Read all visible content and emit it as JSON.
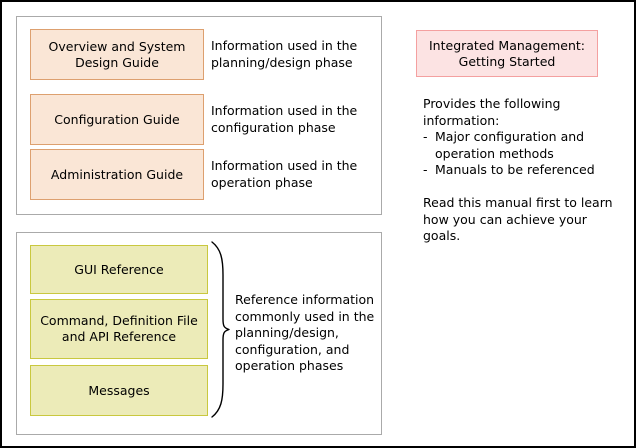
{
  "manual_structure": {
    "phase_panel": {
      "rows": [
        {
          "box_label": "Overview and System\nDesign Guide",
          "description": "Information used in the\nplanning/design phase"
        },
        {
          "box_label": "Configuration Guide",
          "description": "Information used in the\nconfiguration phase"
        },
        {
          "box_label": "Administration Guide",
          "description": "Information used in the\noperation phase"
        }
      ],
      "box_fill": "#fae6d6",
      "box_border": "#dda06f"
    },
    "reference_panel": {
      "boxes": [
        {
          "label": "GUI Reference"
        },
        {
          "label": "Command, Definition File\nand API Reference"
        },
        {
          "label": "Messages"
        }
      ],
      "brace_description": "Reference information\ncommonly used in the\nplanning/design,\nconfiguration, and\noperation phases",
      "box_fill": "#ecebb8",
      "box_border": "#c9c83f"
    },
    "getting_started": {
      "box_label": "Integrated Management:\nGetting Started",
      "box_fill": "#fce3e3",
      "box_border": "#f4a0a0",
      "intro_line_1": "Provides the following",
      "intro_line_2": "information:",
      "bullet_marker": "-",
      "bullets": [
        "Major configuration and\noperation methods",
        "Manuals to be referenced"
      ],
      "closing": "Read this manual first to learn\nhow you can achieve your\ngoals."
    }
  }
}
